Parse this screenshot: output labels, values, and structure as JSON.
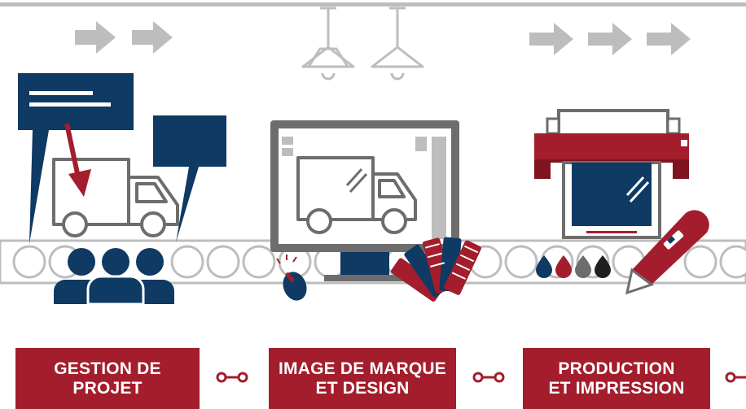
{
  "colors": {
    "navy": "#0e3a63",
    "red": "#a31d2c",
    "gray": "#b9b9b9",
    "dark_gray": "#6d6d6d",
    "white": "#ffffff"
  },
  "icons": [
    "arrow-right-icon",
    "pendant-lamp-icon",
    "chat-bubble-icon",
    "delivery-truck-icon",
    "team-icon",
    "monitor-icon",
    "mouse-icon",
    "color-swatch-fan-icon",
    "printer-icon",
    "ink-drop-icon",
    "utility-knife-icon",
    "connector-icon"
  ],
  "steps": [
    {
      "line1": "GESTION DE",
      "line2": "PROJET"
    },
    {
      "line1": "IMAGE DE MARQUE",
      "line2": "ET DESIGN"
    },
    {
      "line1": "PRODUCTION",
      "line2": "ET IMPRESSION"
    }
  ]
}
